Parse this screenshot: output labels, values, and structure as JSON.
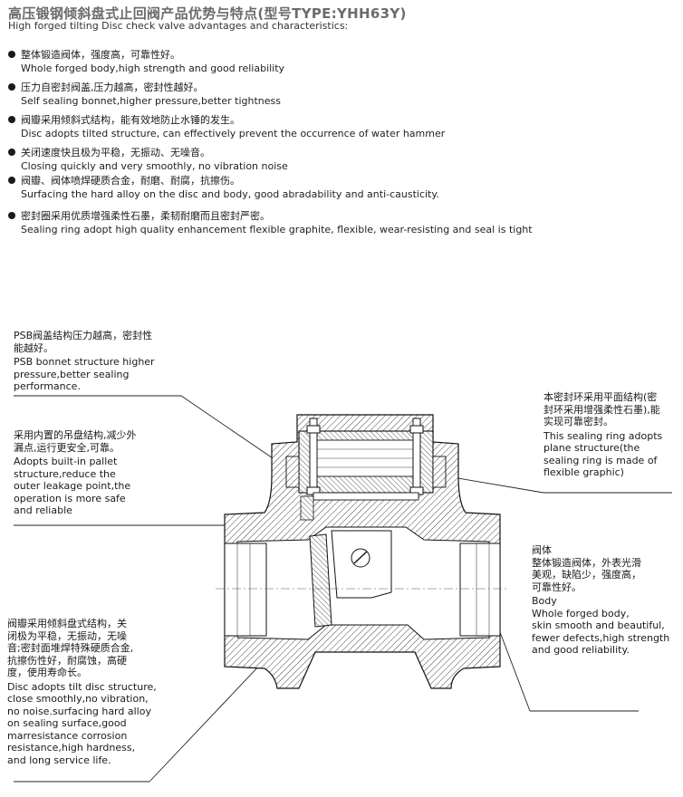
{
  "header": {
    "title": "高压锻钢倾斜盘式止回阀产品优势与特点(型号TYPE:YHH63Y)",
    "subtitle": "High forged tilting Disc check valve advantages and characteristics:"
  },
  "features": [
    {
      "zh": "整体锻造阀体，强度高，可靠性好。",
      "en": "Whole forged body,high strength and good reliability"
    },
    {
      "zh": "压力自密封阀盖,压力越高，密封性越好。",
      "en": "Self sealing bonnet,higher pressure,better tightness"
    },
    {
      "zh": "阀瓣采用倾斜式结构，能有效地防止水锤的发生。",
      "en": "Disc adopts tilted structure, can effectively prevent the occurrence of water hammer"
    },
    {
      "zh": "关闭速度快且极为平稳，无振动、无噪音。",
      "en": "Closing quickly and very smoothly, no vibration noise"
    },
    {
      "zh": "阀瓣、阀体喷焊硬质合金，耐磨、耐腐，抗擦伤。",
      "en": "Surfacing the hard alloy on the disc and body, good abradability and anti-causticity."
    },
    {
      "zh": "密封圈采用优质增强柔性石墨，柔韧耐磨而且密封严密。",
      "en": "Sealing ring adopt high quality enhancement flexible graphite, flexible, wear-resisting and seal is tight"
    }
  ],
  "callouts": {
    "psb": {
      "zh": "PSB阀盖结构压力越高，密封性\n能越好。",
      "en": "PSB bonnet structure higher\npressure,better sealing\nperformance."
    },
    "pallet": {
      "zh": "采用内置的吊盘结构,减少外\n漏点,运行更安全,可靠。",
      "en": "Adopts built-in pallet\nstructure,reduce the\nouter leakage point,the\noperation is more safe\nand reliable"
    },
    "disc": {
      "zh": "阀瓣采用倾斜盘式结构，关\n闭极为平稳，无振动，无噪\n音;密封面堆焊特殊硬质合金,\n抗擦伤性好，耐腐蚀，高硬\n度，使用寿命长。",
      "en": "Disc adopts tilt disc structure,\nclose smoothly,no vibration,\nno noise.surfacing hard alloy\non sealing surface,good\nmarresistance corrosion\nresistance,high hardness,\nand long service life."
    },
    "sealring": {
      "zh": "本密封环采用平面结构(密\n封环采用增强柔性石墨),能\n实现可靠密封。",
      "en": "This sealing ring adopts\nplane structure(the\nsealing ring is made of\nflexible graphic)"
    },
    "body": {
      "zh": "阀体\n整体锻造阀体，外表光滑\n美观，缺陷少，强度高，\n可靠性好。",
      "en": "Body\nWhole forged body,\nskin smooth and beautiful,\nfewer defects,high strength\nand good reliability."
    }
  }
}
